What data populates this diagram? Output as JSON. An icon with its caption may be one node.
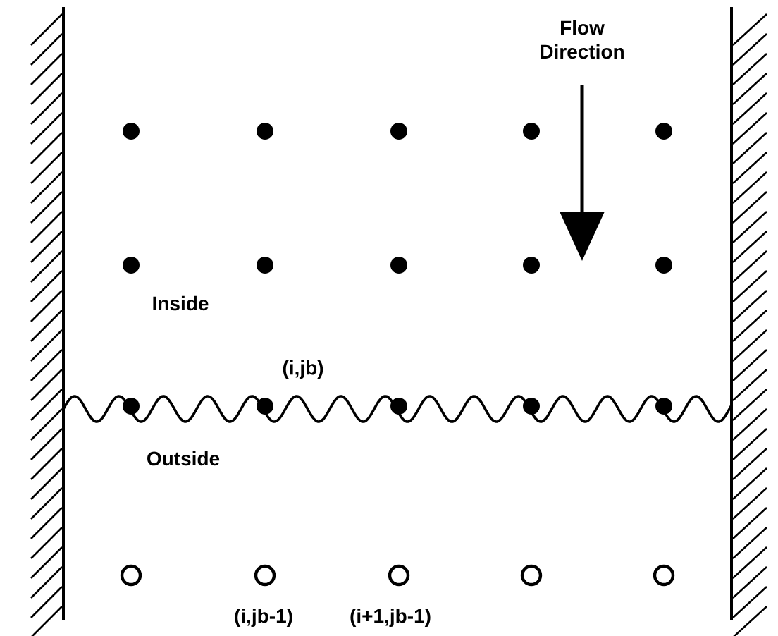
{
  "diagram": {
    "labels": [
      "Flow Direction",
      "Inside",
      "(i,jb)",
      "Outside",
      "(i,jb-1)",
      "(i+1,jb-1)"
    ]
  }
}
